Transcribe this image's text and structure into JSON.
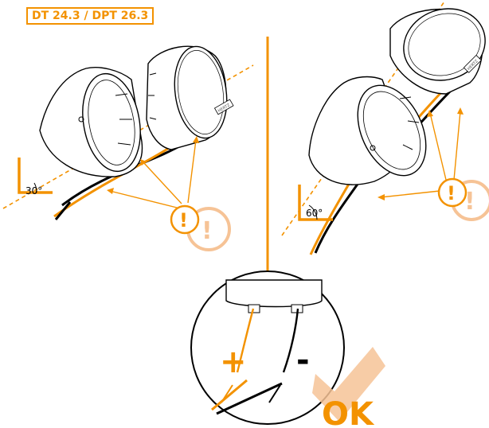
{
  "header": {
    "model_label": "DT 24.3 / DPT 26.3"
  },
  "left_panel": {
    "angle_label": "30°",
    "warning_mark": "!",
    "brand_text": "HERTZ"
  },
  "right_panel": {
    "angle_label": "60°",
    "warning_mark": "!",
    "brand_text": "HERTZ"
  },
  "detail": {
    "plus_label": "+",
    "minus_label": "-",
    "ok_label": "OK"
  },
  "colors": {
    "accent": "#f39200",
    "accent_light": "#f6c396",
    "line": "#000000"
  }
}
